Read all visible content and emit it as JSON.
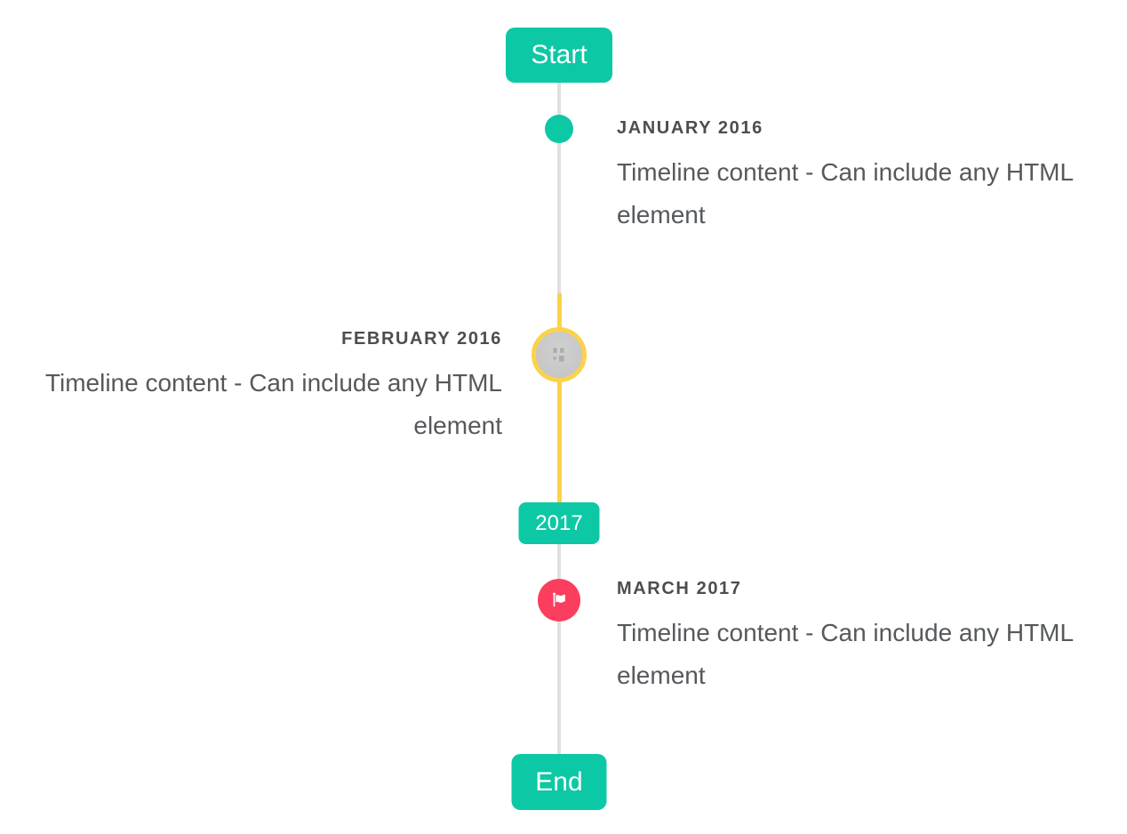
{
  "page": {
    "background": "#ffffff"
  },
  "colors": {
    "teal": "#0dc8a5",
    "yellow_line": "#fcd24c",
    "yellow_ring": "#fbd24b",
    "red": "#fb3e5e",
    "line_gray": "#e0e0e0",
    "image_placeholder_bg": "#c9c9c9",
    "title_text": "#4b4e51",
    "content_text": "#56595c",
    "badge_text": "#ffffff"
  },
  "timeline": {
    "start_badge": "Start",
    "year_badge": "2017",
    "end_badge": "End",
    "events": [
      {
        "date": "JANUARY 2016",
        "content": "Timeline content - Can include any HTML element",
        "side": "right",
        "marker": "teal-dot"
      },
      {
        "date": "FEBRUARY 2016",
        "content": "Timeline content - Can include any HTML element",
        "side": "left",
        "marker": "broken-image-placeholder"
      },
      {
        "date": "MARCH 2017",
        "content": "Timeline content - Can include any HTML element",
        "side": "right",
        "marker": "flag"
      }
    ]
  }
}
